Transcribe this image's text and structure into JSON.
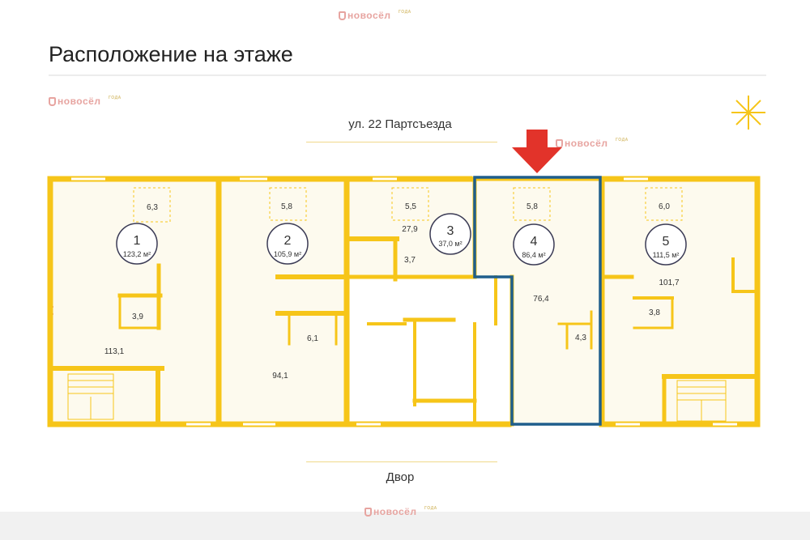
{
  "title": "Расположение на этаже",
  "watermark": {
    "brand": "новосёл",
    "year": "ГОДА"
  },
  "streets": {
    "top": "ул. 22 Партсъезда",
    "bottom": "Двор"
  },
  "colors": {
    "wall": "#f6c519",
    "room_fill": "#fdfaee",
    "highlight": "#1f5e8c",
    "arrow": "#e2332a",
    "text": "#333333"
  },
  "units": [
    {
      "num": "1",
      "area": "123,2 м²"
    },
    {
      "num": "2",
      "area": "105,9 м²"
    },
    {
      "num": "3",
      "area": "37,0 м²"
    },
    {
      "num": "4",
      "area": "86,4 м²"
    },
    {
      "num": "5",
      "area": "111,5 м²"
    }
  ],
  "rooms": [
    "6,3",
    "3,9",
    "113,1",
    "5,8",
    "6,1",
    "94,1",
    "5,5",
    "27,9",
    "3,7",
    "5,8",
    "76,4",
    "4,3",
    "6,0",
    "101,7",
    "3,8"
  ],
  "selected_unit": "4"
}
